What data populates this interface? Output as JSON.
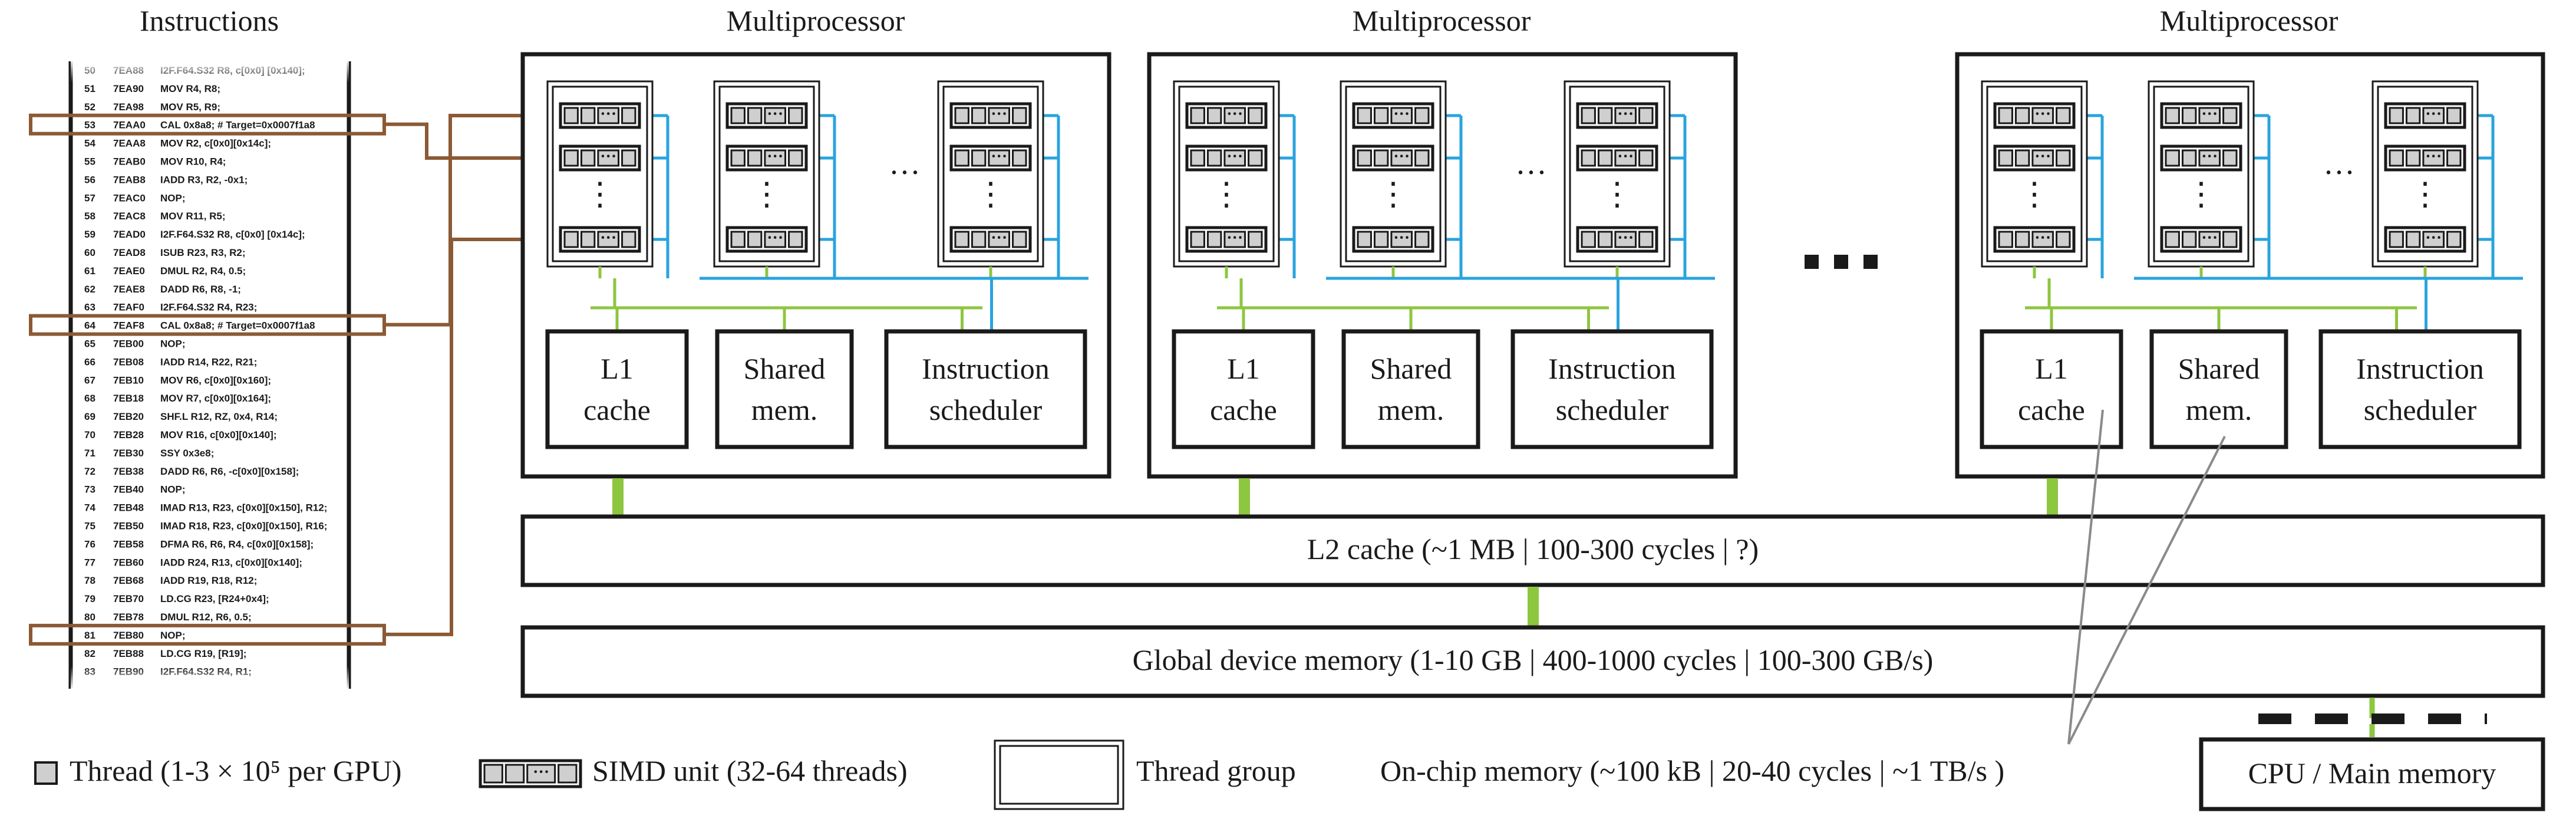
{
  "titles": {
    "instructions": "Instructions",
    "multiprocessor": "Multiprocessor"
  },
  "instructions": [
    {
      "num": "50",
      "addr": "7EA88",
      "text": "I2F.F64.S32 R8, c[0x0] [0x140];"
    },
    {
      "num": "51",
      "addr": "7EA90",
      "text": "MOV R4, R8;"
    },
    {
      "num": "52",
      "addr": "7EA98",
      "text": "MOV R5, R9;"
    },
    {
      "num": "53",
      "addr": "7EAA0",
      "text": "CAL 0x8a8; # Target=0x0007f1a8"
    },
    {
      "num": "54",
      "addr": "7EAA8",
      "text": "MOV R2, c[0x0][0x14c];"
    },
    {
      "num": "55",
      "addr": "7EAB0",
      "text": "MOV R10, R4;"
    },
    {
      "num": "56",
      "addr": "7EAB8",
      "text": "IADD R3, R2, -0x1;"
    },
    {
      "num": "57",
      "addr": "7EAC0",
      "text": "NOP;"
    },
    {
      "num": "58",
      "addr": "7EAC8",
      "text": "MOV R11, R5;"
    },
    {
      "num": "59",
      "addr": "7EAD0",
      "text": "I2F.F64.S32 R8, c[0x0] [0x14c];"
    },
    {
      "num": "60",
      "addr": "7EAD8",
      "text": "ISUB R23, R3, R2;"
    },
    {
      "num": "61",
      "addr": "7EAE0",
      "text": "DMUL R2, R4, 0.5;"
    },
    {
      "num": "62",
      "addr": "7EAE8",
      "text": "DADD R6, R8, -1;"
    },
    {
      "num": "63",
      "addr": "7EAF0",
      "text": "I2F.F64.S32 R4, R23;"
    },
    {
      "num": "64",
      "addr": "7EAF8",
      "text": "CAL 0x8a8; # Target=0x0007f1a8"
    },
    {
      "num": "65",
      "addr": "7EB00",
      "text": "NOP;"
    },
    {
      "num": "66",
      "addr": "7EB08",
      "text": "IADD R14, R22, R21;"
    },
    {
      "num": "67",
      "addr": "7EB10",
      "text": "MOV R6, c[0x0][0x160];"
    },
    {
      "num": "68",
      "addr": "7EB18",
      "text": "MOV R7, c[0x0][0x164];"
    },
    {
      "num": "69",
      "addr": "7EB20",
      "text": "SHF.L R12, RZ, 0x4, R14;"
    },
    {
      "num": "70",
      "addr": "7EB28",
      "text": "MOV R16, c[0x0][0x140];"
    },
    {
      "num": "71",
      "addr": "7EB30",
      "text": "SSY 0x3e8;"
    },
    {
      "num": "72",
      "addr": "7EB38",
      "text": "DADD R6, R6, -c[0x0][0x158];"
    },
    {
      "num": "73",
      "addr": "7EB40",
      "text": "NOP;"
    },
    {
      "num": "74",
      "addr": "7EB48",
      "text": "IMAD R13, R23, c[0x0][0x150], R12;"
    },
    {
      "num": "75",
      "addr": "7EB50",
      "text": "IMAD R18, R23, c[0x0][0x150], R16;"
    },
    {
      "num": "76",
      "addr": "7EB58",
      "text": "DFMA R6, R6, R4, c[0x0][0x158];"
    },
    {
      "num": "77",
      "addr": "7EB60",
      "text": "IADD R24, R13, c[0x0][0x140];"
    },
    {
      "num": "78",
      "addr": "7EB68",
      "text": "IADD R19, R18, R12;"
    },
    {
      "num": "79",
      "addr": "7EB70",
      "text": "LD.CG R23, [R24+0x4];"
    },
    {
      "num": "80",
      "addr": "7EB78",
      "text": "DMUL R12, R6, 0.5;"
    },
    {
      "num": "81",
      "addr": "7EB80",
      "text": "NOP;"
    },
    {
      "num": "82",
      "addr": "7EB88",
      "text": "LD.CG R19, [R19];"
    },
    {
      "num": "83",
      "addr": "7EB90",
      "text": "I2F.F64.S32 R4, R1;"
    }
  ],
  "highlighted_rows": [
    "53",
    "64",
    "81"
  ],
  "multiprocessor": {
    "ellipsis": "···",
    "vdots": "⋮",
    "l1": [
      "L1",
      "cache"
    ],
    "shared": [
      "Shared",
      "mem."
    ],
    "scheduler": [
      "Instruction",
      "scheduler"
    ]
  },
  "between_ellipsis": "▪ ▪ ▪",
  "l2_cache": "L2 cache (~1 MB | 100-300 cycles | ?)",
  "global_memory": "Global device memory (1-10 GB | 400-1000 cycles | 100-300 GB/s)",
  "legend": {
    "thread": "Thread (1-3 × 10⁵ per GPU)",
    "simd": "SIMD unit (32-64 threads)",
    "thread_group": "Thread group",
    "on_chip": "On-chip memory (~100 kB | 20-40 cycles | ~1 TB/s )"
  },
  "cpu_memory": "CPU / Main memory",
  "colors": {
    "link_brown": "#8B5A35",
    "simd_blue": "#29A3DF",
    "cache_green": "#8DC63F",
    "thread_gray": "#cfcfcf",
    "dark": "#1a1a1a"
  }
}
